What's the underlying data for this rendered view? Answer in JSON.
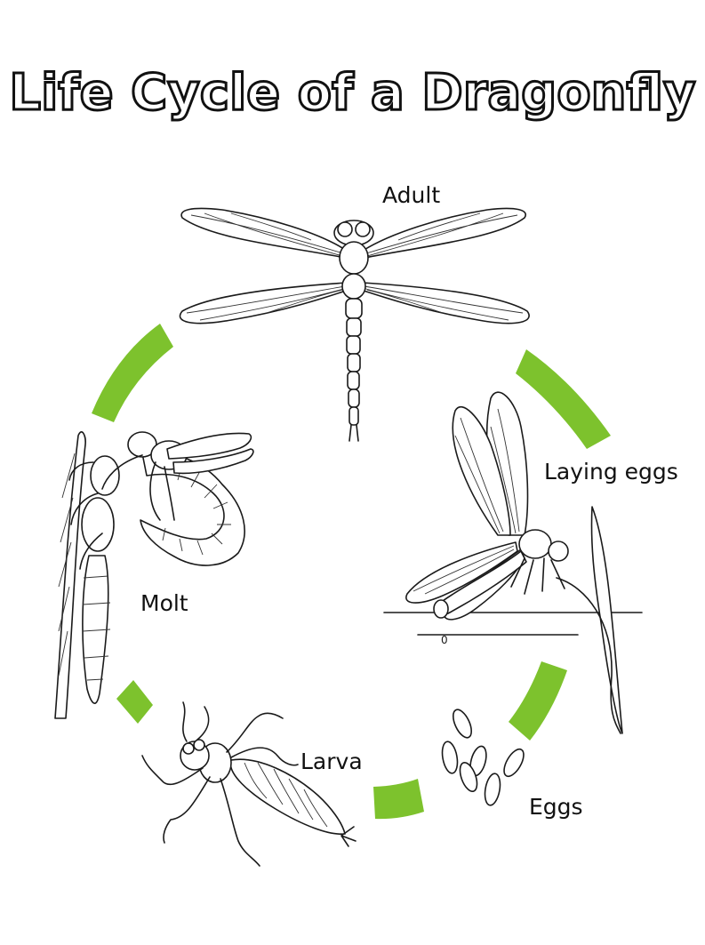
{
  "diagram": {
    "title": "Life Cycle of a Dragonfly",
    "accent_color": "#7dc22d",
    "stages": [
      {
        "id": "adult",
        "label": "Adult",
        "icon": "adult-dragonfly-icon"
      },
      {
        "id": "laying",
        "label": "Laying eggs",
        "icon": "laying-eggs-dragonfly-icon"
      },
      {
        "id": "eggs",
        "label": "Eggs",
        "icon": "eggs-icon"
      },
      {
        "id": "larva",
        "label": "Larva",
        "icon": "larva-icon"
      },
      {
        "id": "molt",
        "label": "Molt",
        "icon": "molting-dragonfly-icon"
      }
    ],
    "small_mark": "0"
  }
}
